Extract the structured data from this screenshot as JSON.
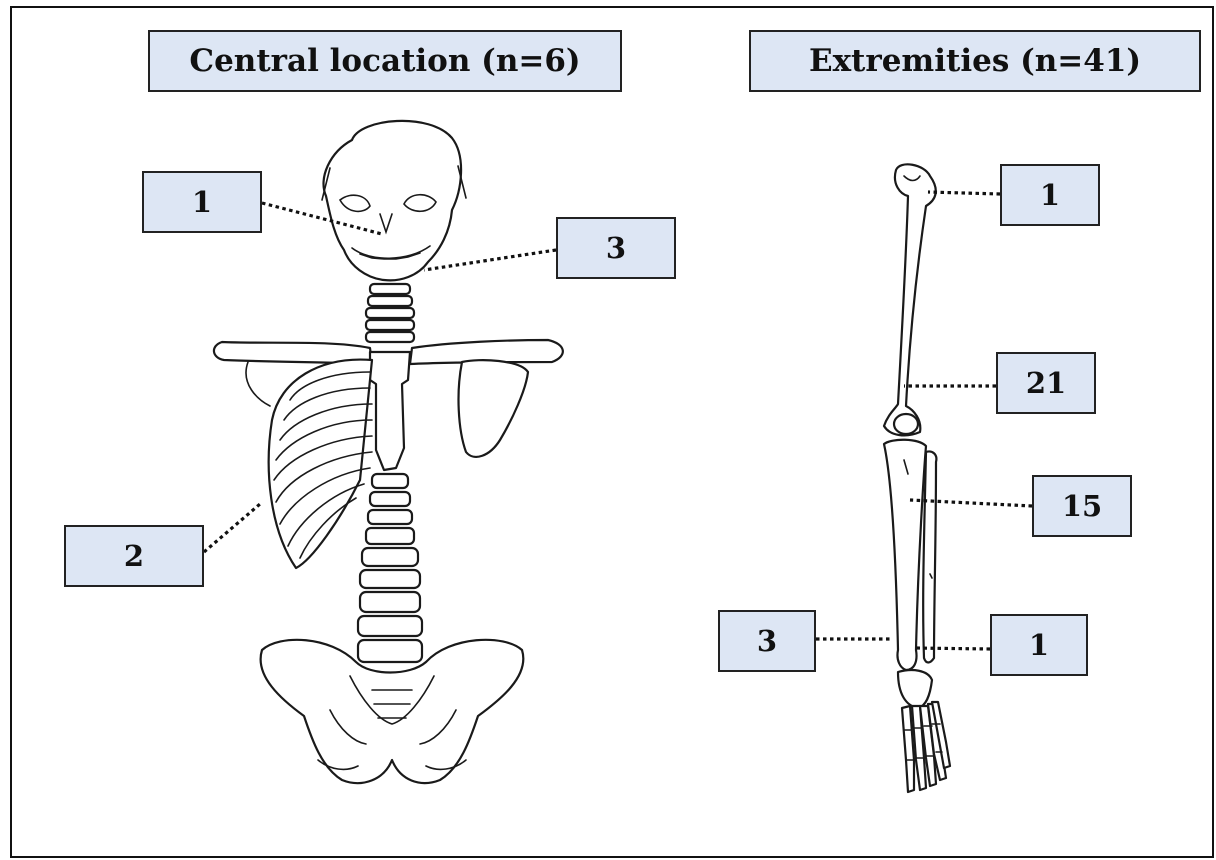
{
  "panels": {
    "central": {
      "title": "Central location (n=6)",
      "sites": [
        {
          "site": "skull",
          "count": "1"
        },
        {
          "site": "mandible",
          "count": "3"
        },
        {
          "site": "ribs",
          "count": "2"
        }
      ]
    },
    "extremities": {
      "title": "Extremities (n=41)",
      "sites": [
        {
          "site": "femoral head",
          "count": "1"
        },
        {
          "site": "distal femur",
          "count": "21"
        },
        {
          "site": "tibia",
          "count": "15"
        },
        {
          "site": "distal tibia",
          "count": "3"
        },
        {
          "site": "distal fibula",
          "count": "1"
        }
      ]
    }
  },
  "colors": {
    "label_fill": "#dde6f4",
    "border": "#222222",
    "line": "#1a1a1a"
  }
}
